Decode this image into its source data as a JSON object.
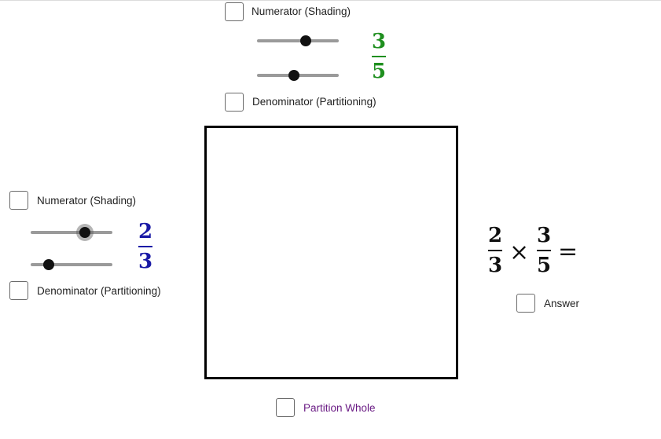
{
  "top_controls": {
    "numerator_label": "Numerator (Shading)",
    "denominator_label": "Denominator (Partitioning)",
    "numerator_value": "3",
    "denominator_value": "5",
    "numerator_slider_level": 0.6,
    "denominator_slider_level": 0.45,
    "color": "#1f8f1f"
  },
  "left_controls": {
    "numerator_label": "Numerator (Shading)",
    "denominator_label": "Denominator (Partitioning)",
    "numerator_value": "2",
    "denominator_value": "3",
    "numerator_slider_level": 0.66,
    "denominator_slider_level": 0.22,
    "color": "#1a1aa6"
  },
  "equation": {
    "left_numerator": "2",
    "left_denominator": "3",
    "times_symbol": "×",
    "right_numerator": "3",
    "right_denominator": "5",
    "equals_symbol": "="
  },
  "answer": {
    "label": "Answer",
    "checked": false
  },
  "partition_whole": {
    "label": "Partition Whole",
    "color": "#6a1b84",
    "checked": false
  },
  "checkboxes": {
    "top_numerator_checked": false,
    "top_denominator_checked": false,
    "left_numerator_checked": false,
    "left_denominator_checked": false
  }
}
